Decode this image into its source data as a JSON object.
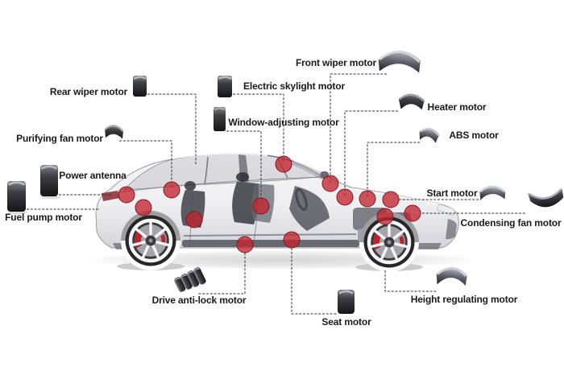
{
  "colors": {
    "dot_fill": "#c32430",
    "dot_stroke": "#7e1b21",
    "line": "#303030",
    "label_text": "#1a1a1a",
    "caliper_red": "#c0222b"
  },
  "labels": {
    "front_wiper": "Front wiper motor",
    "electric_skylight": "Electric skylight motor",
    "rear_wiper": "Rear wiper motor",
    "window_adjusting": "Window-adjusting motor",
    "heater": "Heater motor",
    "abs": "ABS motor",
    "purifying_fan": "Purifying fan motor",
    "power_antenna": "Power antenna",
    "start": "Start motor",
    "fuel_pump": "Fuel pump motor",
    "condensing_fan": "Condensing fan motor",
    "height_regulating": "Height regulating motor",
    "seat": "Seat motor",
    "drive_anti_lock": "Drive anti-lock motor"
  }
}
